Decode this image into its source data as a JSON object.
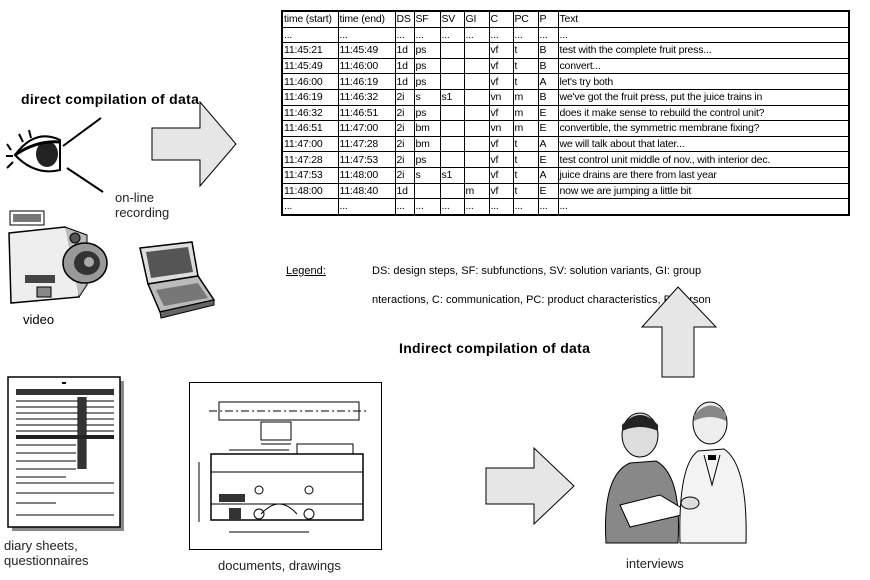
{
  "direct_title": "direct compilation of data",
  "indirect_title": "Indirect compilation of data",
  "labels": {
    "online_line1": "on-line",
    "online_line2": "recording",
    "video": "video",
    "diary_line1": "diary sheets,",
    "diary_line2": "questionnaires",
    "documents": "documents, drawings",
    "interviews": "interviews"
  },
  "legend": {
    "label": "Legend:",
    "line1": "DS: design steps, SF: subfunctions, SV: solution variants, GI: group",
    "line2": "nteractions, C: communication, PC: product characteristics, P: person"
  },
  "table": {
    "headers": [
      "time (start)",
      "time (end)",
      "DS",
      "SF",
      "SV",
      "GI",
      "C",
      "PC",
      "P",
      "Text"
    ],
    "rows": [
      [
        "...",
        "...",
        "...",
        "...",
        "...",
        "...",
        "...",
        "...",
        "...",
        "..."
      ],
      [
        "11:45:21",
        "11:45:49",
        "1d",
        "ps",
        "",
        "",
        "vf",
        "t",
        "B",
        "test with the complete fruit press..."
      ],
      [
        "11:45:49",
        "11:46:00",
        "1d",
        "ps",
        "",
        "",
        "vf",
        "t",
        "B",
        "convert..."
      ],
      [
        "11:46:00",
        "11:46:19",
        "1d",
        "ps",
        "",
        "",
        "vf",
        "t",
        "A",
        "let's try both"
      ],
      [
        "11:46:19",
        "11:46:32",
        "2i",
        "s",
        "s1",
        "",
        "vn",
        "m",
        "B",
        "we've got the fruit press, put the juice trains in"
      ],
      [
        "11:46:32",
        "11:46:51",
        "2i",
        "ps",
        "",
        "",
        "vf",
        "m",
        "E",
        "does it make sense to rebuild the control unit?"
      ],
      [
        "11:46:51",
        "11:47:00",
        "2i",
        "bm",
        "",
        "",
        "vn",
        "m",
        "E",
        "convertible, the symmetric membrane fixing?"
      ],
      [
        "11:47:00",
        "11:47:28",
        "2i",
        "bm",
        "",
        "",
        "vf",
        "t",
        "A",
        "we will talk about that later..."
      ],
      [
        "11:47:28",
        "11:47:53",
        "2i",
        "ps",
        "",
        "",
        "vf",
        "t",
        "E",
        "test control unit middle of nov., with interior dec."
      ],
      [
        "11:47:53",
        "11:48:00",
        "2i",
        "s",
        "s1",
        "",
        "vf",
        "t",
        "A",
        "juice drains are there from last year"
      ],
      [
        "11:48:00",
        "11:48:40",
        "1d",
        "",
        "",
        "m",
        "vf",
        "t",
        "E",
        "now we are jumping a little bit"
      ],
      [
        "...",
        "...",
        "...",
        "...",
        "...",
        "...",
        "...",
        "...",
        "...",
        "..."
      ]
    ]
  }
}
